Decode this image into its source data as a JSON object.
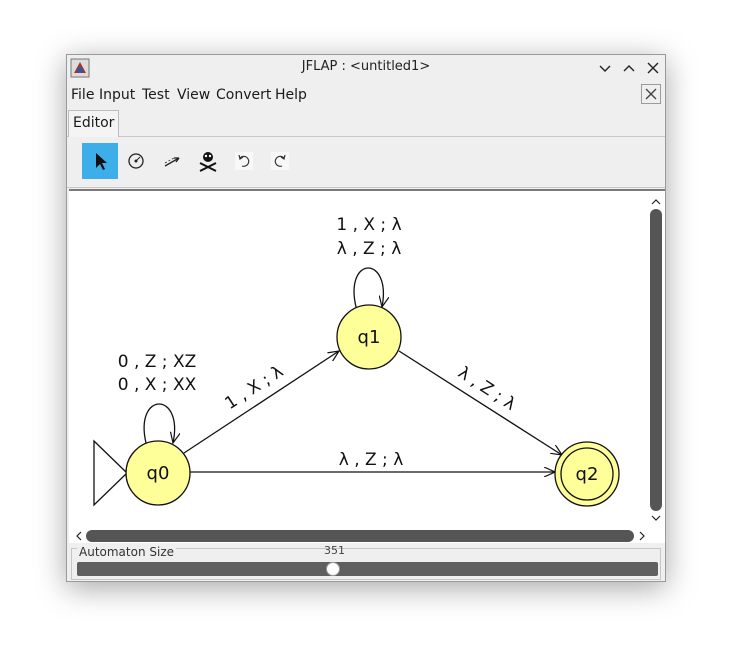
{
  "window": {
    "title": "JFLAP : <untitled1>",
    "icon": "jflap-app-icon",
    "controls": [
      "minimize-icon",
      "maximize-icon",
      "close-icon"
    ]
  },
  "menubar": {
    "items": [
      "File",
      "Input",
      "Test",
      "View",
      "Convert",
      "Help"
    ],
    "close_icon": "close-document-icon"
  },
  "tabs": {
    "editor": "Editor"
  },
  "toolbar": {
    "tools": [
      {
        "name": "select-tool",
        "icon": "arrow-pointer-icon",
        "active": true
      },
      {
        "name": "state-creator-tool",
        "icon": "state-creator-icon",
        "active": false
      },
      {
        "name": "transition-creator-tool",
        "icon": "transition-arrow-icon",
        "active": false
      },
      {
        "name": "deleter-tool",
        "icon": "skull-crossbones-icon",
        "active": false
      },
      {
        "name": "undo-tool",
        "icon": "undo-icon",
        "active": false
      },
      {
        "name": "redo-tool",
        "icon": "redo-icon",
        "active": false
      }
    ],
    "accent": "#3daee9"
  },
  "automaton": {
    "state_fill": "#ffff99",
    "states": [
      {
        "id": "q0",
        "label": "q0",
        "initial": true,
        "final": false
      },
      {
        "id": "q1",
        "label": "q1",
        "initial": false,
        "final": false
      },
      {
        "id": "q2",
        "label": "q2",
        "initial": false,
        "final": true
      }
    ],
    "transitions": {
      "q0_self": [
        "0 , Z ; XZ",
        "0 , X ; XX"
      ],
      "q1_self": [
        "1 , X ; λ",
        "λ , Z ; λ"
      ],
      "q0_q1": "1 , X ; λ",
      "q1_q2": "λ , Z ; λ",
      "q0_q2": "λ , Z ; λ"
    }
  },
  "size_panel": {
    "label": "Automaton Size",
    "value": "351",
    "slider_fraction": 0.44
  }
}
